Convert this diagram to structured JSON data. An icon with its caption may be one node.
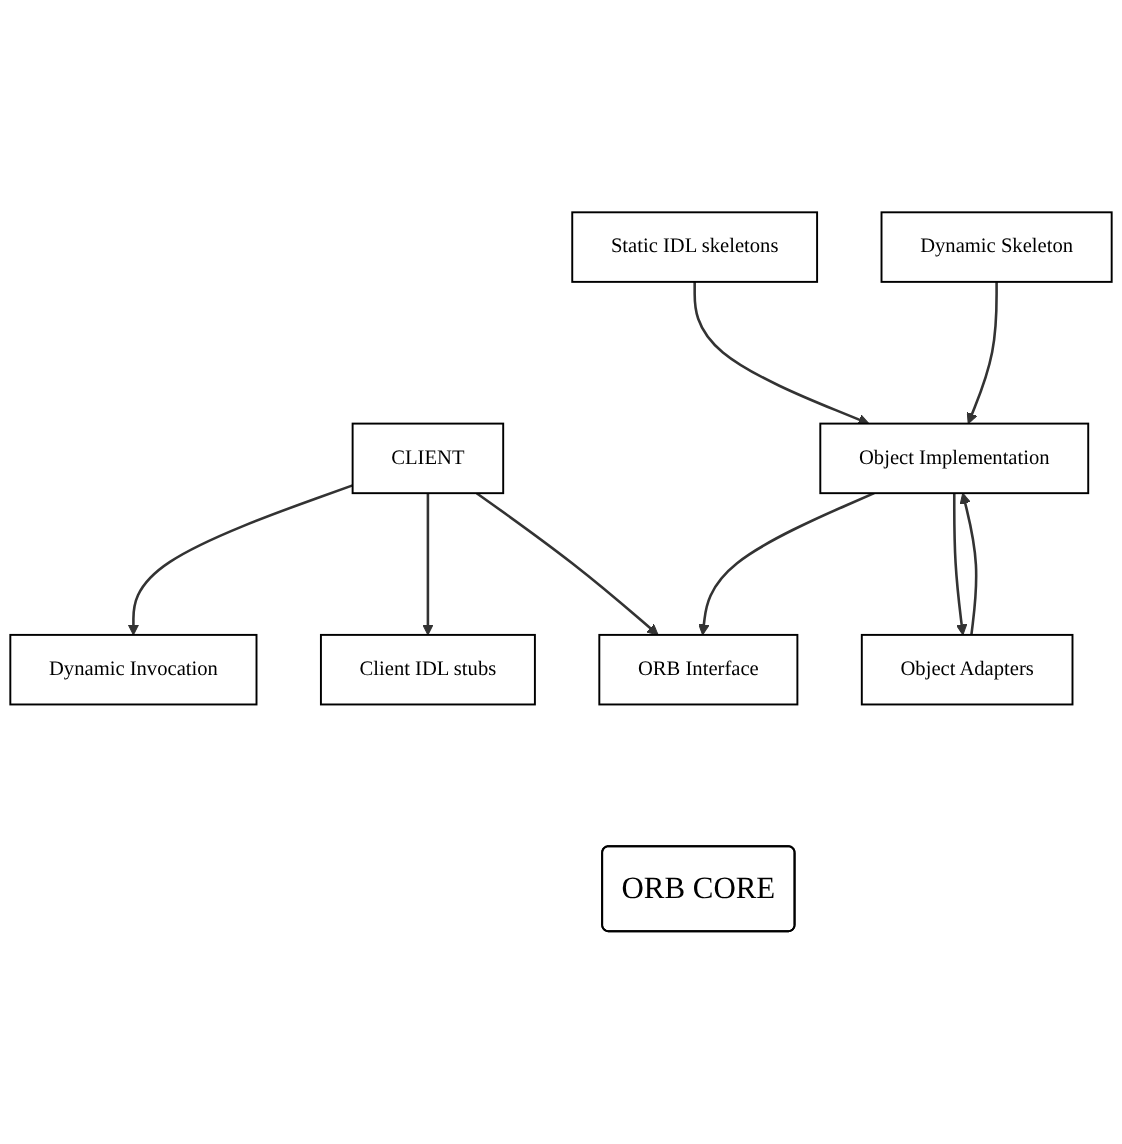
{
  "diagram": {
    "nodes": [
      {
        "text": [
          "CLIENT"
        ]
      },
      {
        "text": [
          "Object Implementation"
        ]
      },
      {
        "text": [
          "Dynamic Invocation"
        ]
      },
      {
        "text": [
          "Client IDL stubs"
        ]
      },
      {
        "text": [
          "ORB Interface"
        ]
      },
      {
        "text": [
          "Static IDL skeletons"
        ]
      },
      {
        "text": [
          "Dynamic Skeleton"
        ]
      },
      {
        "text": [
          "Object Adapters"
        ]
      },
      {
        "text": [
          "ORB CORE"
        ]
      }
    ],
    "edges": [
      {
        "from": 0,
        "to": 2,
        "arrow": "to"
      },
      {
        "from": 0,
        "to": 3,
        "arrow": "to"
      },
      {
        "from": 0,
        "to": 4,
        "arrow": "to"
      },
      {
        "from": 1,
        "to": 4,
        "arrow": "to"
      },
      {
        "from": 5,
        "to": 1,
        "arrow": "to"
      },
      {
        "from": 6,
        "to": 1,
        "arrow": "to"
      },
      {
        "from": 1,
        "to": 7,
        "arrow": "to"
      },
      {
        "from": 7,
        "to": 1,
        "arrow": "to"
      }
    ]
  }
}
